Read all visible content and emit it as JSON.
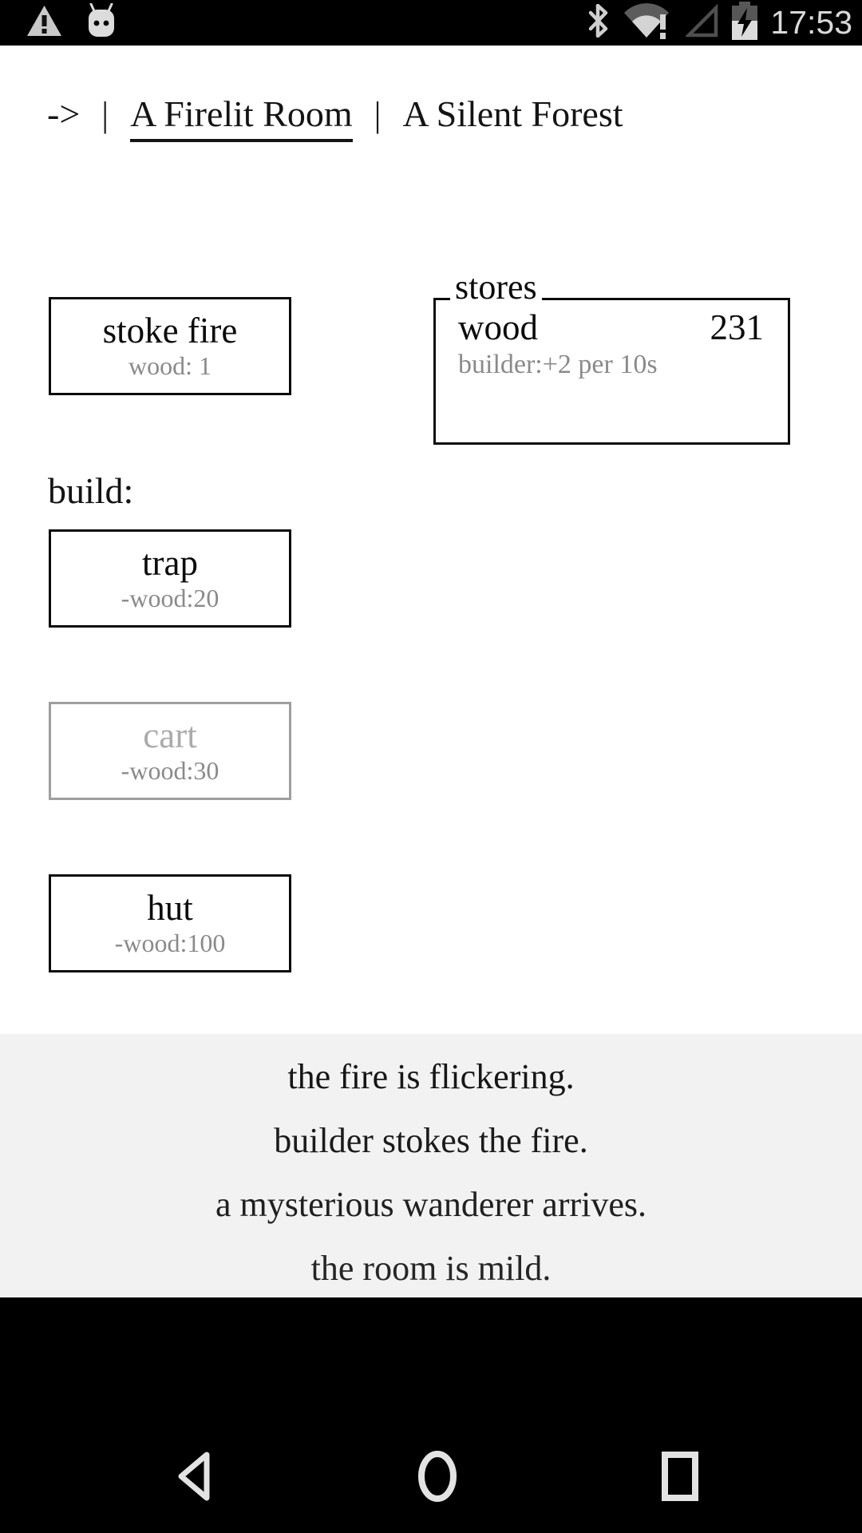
{
  "status_bar": {
    "time": "17:53",
    "left_icons": [
      "warning",
      "android"
    ],
    "right_icons": [
      "bluetooth",
      "wifi-alert",
      "signal-empty",
      "battery-charging"
    ]
  },
  "header": {
    "arrow": "->",
    "divider": "|",
    "tabs": [
      {
        "label": "A Firelit Room",
        "active": true
      },
      {
        "label": "A Silent Forest",
        "active": false
      }
    ]
  },
  "room": {
    "stoke_button": {
      "label": "stoke fire",
      "cost": "wood: 1"
    },
    "stores": {
      "title": "stores",
      "rows": [
        {
          "name": "wood",
          "value": "231"
        }
      ],
      "note": "builder:+2 per 10s"
    },
    "build": {
      "label": "build:",
      "buttons": [
        {
          "label": "trap",
          "cost": "-wood:20",
          "enabled": true
        },
        {
          "label": "cart",
          "cost": "-wood:30",
          "enabled": false
        },
        {
          "label": "hut",
          "cost": "-wood:100",
          "enabled": true
        }
      ]
    }
  },
  "messages": [
    "the fire is flickering.",
    "builder stokes the fire.",
    "a mysterious wanderer arrives.",
    "the room is mild."
  ],
  "nav_bar": {
    "buttons": [
      "back",
      "home",
      "recents"
    ]
  },
  "colors": {
    "text_black": "#0c0c0c",
    "muted_gray": "#8a8a8a",
    "disabled_gray": "#ababab",
    "disabled_border": "#9e9e9e",
    "message_bg": "#f2f2f2",
    "bar_bg": "#000000",
    "icon_light": "#d4d4d4",
    "icon_dark": "#5c5c5c"
  }
}
